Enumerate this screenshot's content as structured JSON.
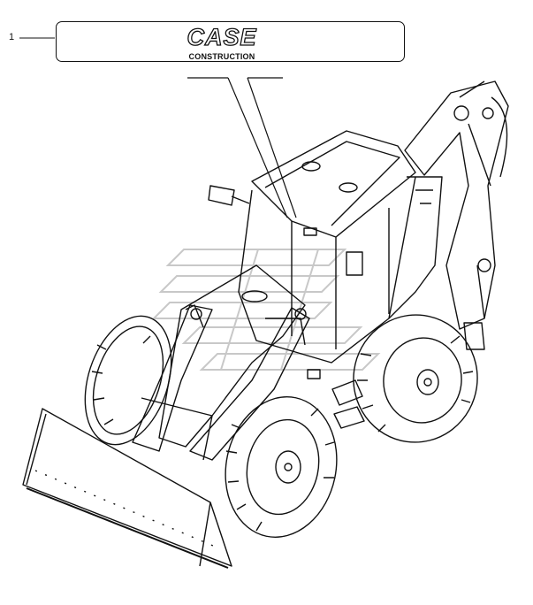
{
  "callout": {
    "number": "1"
  },
  "decal": {
    "brand": "CASE",
    "subtitle": "CONSTRUCTION"
  },
  "watermark": {
    "name": "watermark-logo-icon"
  },
  "machine": {
    "name": "backhoe-loader-icon"
  }
}
